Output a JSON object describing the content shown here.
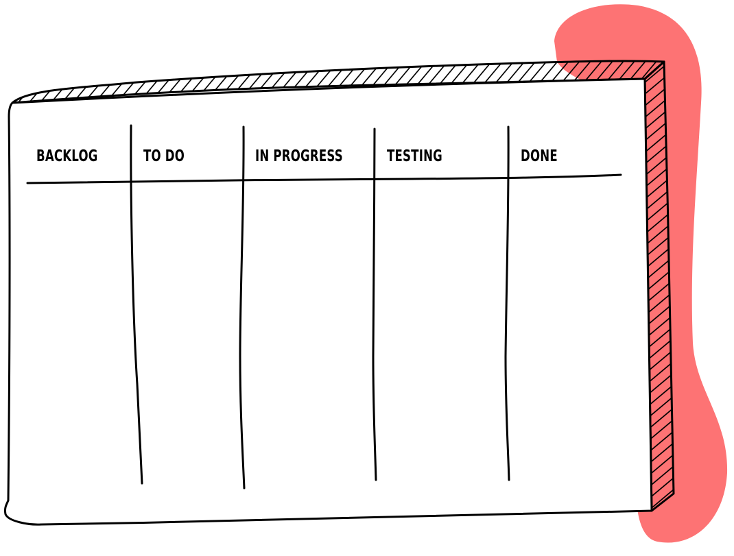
{
  "board": {
    "columns": [
      {
        "label": "BACKLOG"
      },
      {
        "label": "TO DO"
      },
      {
        "label": "IN PROGRESS"
      },
      {
        "label": "TESTING"
      },
      {
        "label": "DONE"
      }
    ]
  },
  "colors": {
    "highlight": "#fd7374",
    "ink": "#000000",
    "paper": "#ffffff"
  }
}
